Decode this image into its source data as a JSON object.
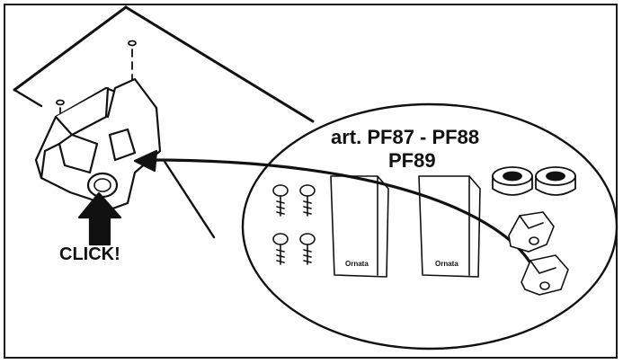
{
  "kit": {
    "title": "art. PF87 - PF88",
    "subtitle": "PF89",
    "cover_brand": "Ornata",
    "screw_count": 4,
    "grommet_count": 2,
    "clip_count": 2
  },
  "callout": {
    "action_label": "CLICK!"
  },
  "colors": {
    "line": "#111111",
    "fill": "#ffffff"
  }
}
